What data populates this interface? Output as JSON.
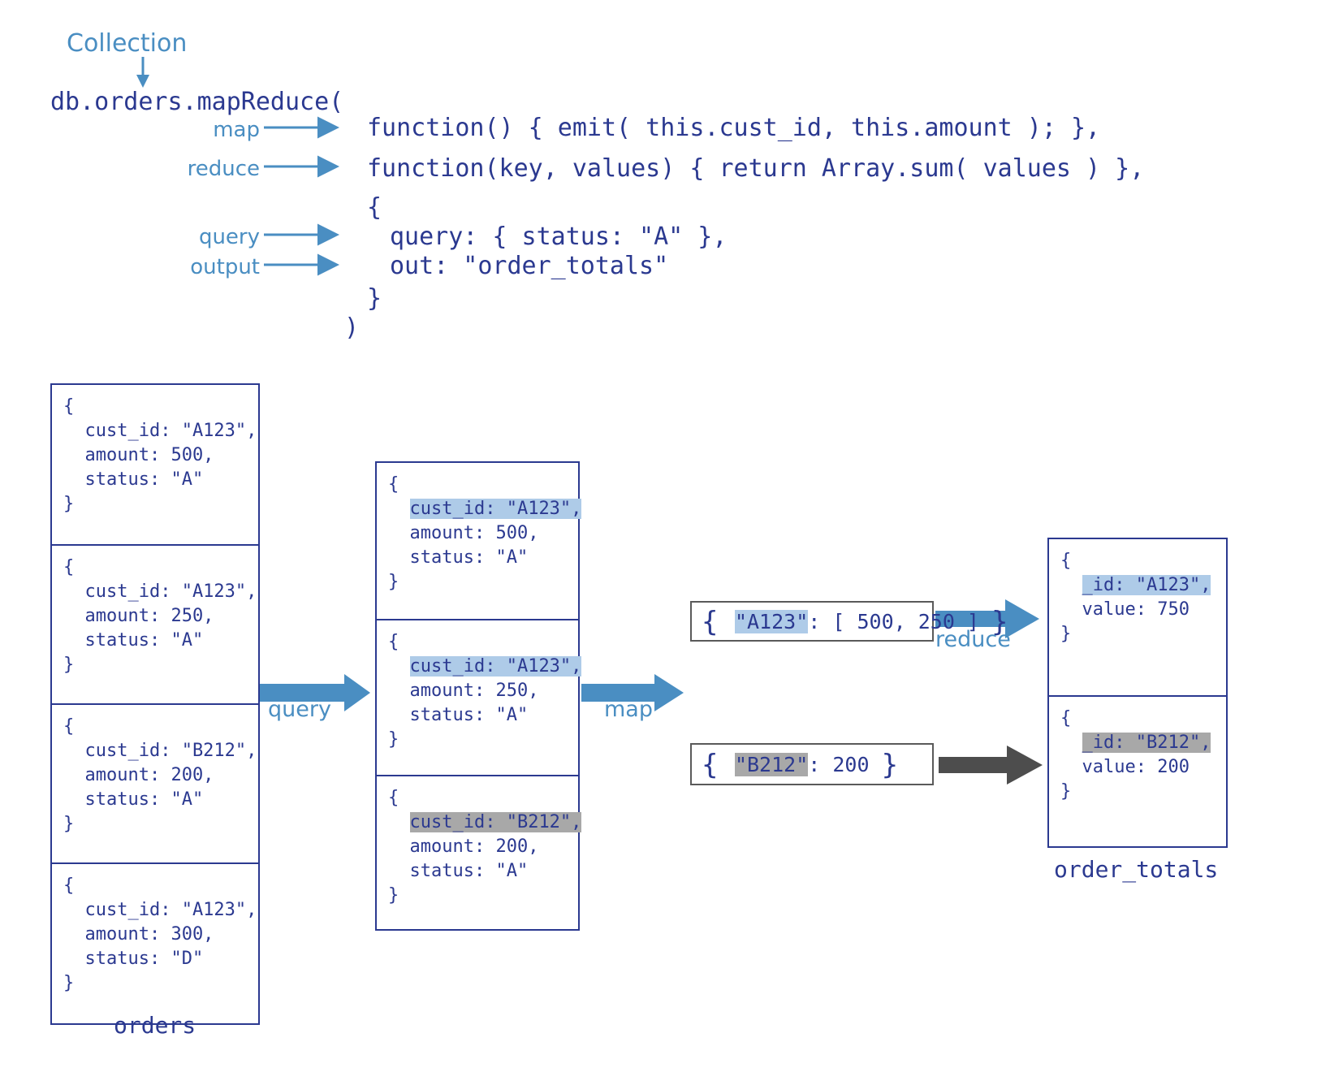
{
  "header": {
    "collection_label": "Collection",
    "call_line": "db.orders.mapReduce(",
    "params": [
      {
        "name": "map",
        "code": "function() { emit( this.cust_id, this.amount ); },"
      },
      {
        "name": "reduce",
        "code": "function(key, values) { return Array.sum( values ) },"
      },
      {
        "name": "query",
        "code": "query: { status: \"A\" },"
      },
      {
        "name": "output",
        "code": "out: \"order_totals\""
      }
    ],
    "open_brace": "{",
    "close_brace": "}",
    "close_paren": ")"
  },
  "colors": {
    "ink_blue": "#2b3990",
    "accent_blue": "#4a8ec2",
    "highlight_blue": "#aecbe8",
    "highlight_gray": "#a8a8a8",
    "arrow_gray": "#4d4d4d",
    "box_border_gray": "#5a5a5a"
  },
  "orders_collection": {
    "caption": "orders",
    "documents": [
      {
        "open": "{",
        "cust_id": "  cust_id: \"A123\",",
        "amount": "  amount: 500,",
        "status": "  status: \"A\"",
        "close": "}",
        "highlight": "none"
      },
      {
        "open": "{",
        "cust_id": "  cust_id: \"A123\",",
        "amount": "  amount: 250,",
        "status": "  status: \"A\"",
        "close": "}",
        "highlight": "none"
      },
      {
        "open": "{",
        "cust_id": "  cust_id: \"B212\",",
        "amount": "  amount: 200,",
        "status": "  status: \"A\"",
        "close": "}",
        "highlight": "none"
      },
      {
        "open": "{",
        "cust_id": "  cust_id: \"A123\",",
        "amount": "  amount: 300,",
        "status": "  status: \"D\"",
        "close": "}",
        "highlight": "none"
      }
    ]
  },
  "query_result": {
    "documents": [
      {
        "open": "{",
        "cust_id": "cust_id: \"A123\",",
        "amount": "amount: 500,",
        "status": "status: \"A\"",
        "close": "}",
        "highlight": "blue"
      },
      {
        "open": "{",
        "cust_id": "cust_id: \"A123\",",
        "amount": "amount: 250,",
        "status": "status: \"A\"",
        "close": "}",
        "highlight": "blue"
      },
      {
        "open": "{",
        "cust_id": "cust_id: \"B212\",",
        "amount": "amount: 200,",
        "status": "status: \"A\"",
        "close": "}",
        "highlight": "gray"
      }
    ]
  },
  "emitted": [
    {
      "open": "{ ",
      "key": "\"A123\"",
      "rest": ": [ 500, 250 ] ",
      "close": "}",
      "highlight": "blue"
    },
    {
      "open": "{ ",
      "key": "\"B212\"",
      "rest": ": 200 ",
      "close": "}",
      "highlight": "gray"
    }
  ],
  "output_collection": {
    "caption": "order_totals",
    "documents": [
      {
        "open": "{",
        "id": "_id: \"A123\",",
        "value": "value: 750",
        "close": "}",
        "highlight": "blue"
      },
      {
        "open": "{",
        "id": "_id: \"B212\",",
        "value": "value: 200",
        "close": "}",
        "highlight": "gray"
      }
    ]
  },
  "flow_labels": {
    "query": "query",
    "map": "map",
    "reduce": "reduce"
  }
}
